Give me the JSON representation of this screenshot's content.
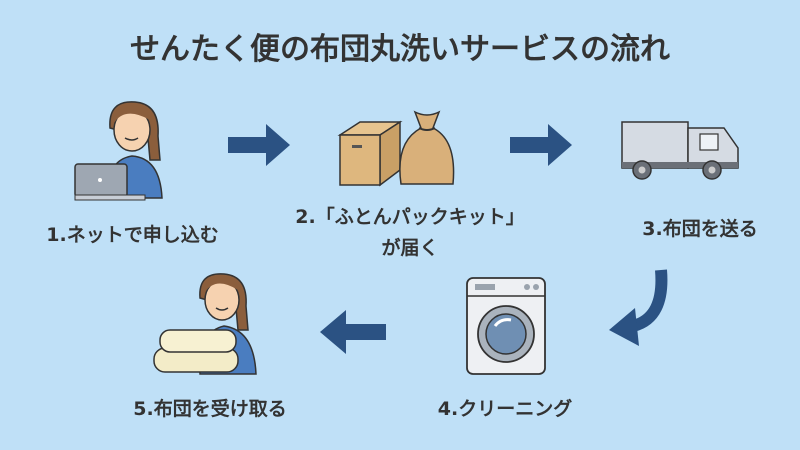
{
  "title": "せんたく便の布団丸洗いサービスの流れ",
  "steps": [
    {
      "label": "1.ネットで申し込む",
      "icon": "person-laptop-icon"
    },
    {
      "label_line1": "2.「ふとんパックキット」",
      "label_line2": "が届く",
      "icon": "box-and-bag-icon"
    },
    {
      "label": "3.布団を送る",
      "icon": "truck-icon"
    },
    {
      "label": "4.クリーニング",
      "icon": "washing-machine-icon"
    },
    {
      "label": "5.布団を受け取る",
      "icon": "person-futon-icon"
    }
  ],
  "colors": {
    "background": "#bfe0f7",
    "arrow": "#2b5283",
    "text": "#333333"
  }
}
